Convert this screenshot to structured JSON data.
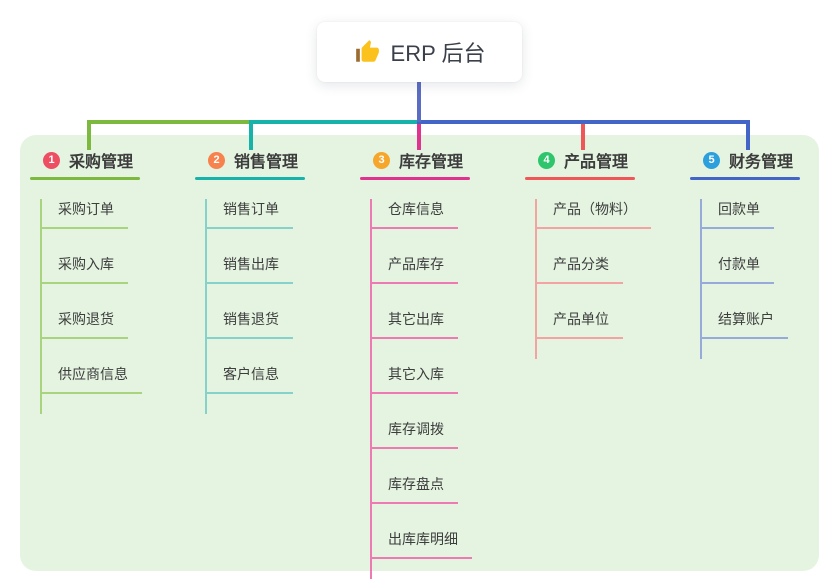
{
  "root": {
    "title": "ERP 后台",
    "icon": "thumbs-up-icon",
    "icon_hand_color": "#fbc21e",
    "icon_cuff_color": "#9c6b31"
  },
  "canvas": {
    "panel_bg": "#e5f4e1",
    "trunk_color": "#5b6cc4",
    "text_color": "#3d3d3d"
  },
  "branches": [
    {
      "number": "1",
      "label": "采购管理",
      "badge_color": "#ee4e62",
      "line_color": "#7cb93e",
      "child_line_color": "#a9d47f",
      "children": [
        "采购订单",
        "采购入库",
        "采购退货",
        "供应商信息"
      ]
    },
    {
      "number": "2",
      "label": "销售管理",
      "badge_color": "#f8824d",
      "line_color": "#17b3ab",
      "child_line_color": "#84d2ca",
      "children": [
        "销售订单",
        "销售出库",
        "销售退货",
        "客户信息"
      ]
    },
    {
      "number": "3",
      "label": "库存管理",
      "badge_color": "#f6a62b",
      "line_color": "#e0338f",
      "child_line_color": "#ee7ab4",
      "children": [
        "仓库信息",
        "产品库存",
        "其它出库",
        "其它入库",
        "库存调拨",
        "库存盘点",
        "出库库明细"
      ]
    },
    {
      "number": "4",
      "label": "产品管理",
      "badge_color": "#2ec56d",
      "line_color": "#f05657",
      "child_line_color": "#f4a3a3",
      "children": [
        "产品（物料）",
        "产品分类",
        "产品单位"
      ]
    },
    {
      "number": "5",
      "label": "财务管理",
      "badge_color": "#2ba0dc",
      "line_color": "#4365c8",
      "child_line_color": "#97abdb",
      "children": [
        "回款单",
        "付款单",
        "结算账户"
      ]
    }
  ]
}
